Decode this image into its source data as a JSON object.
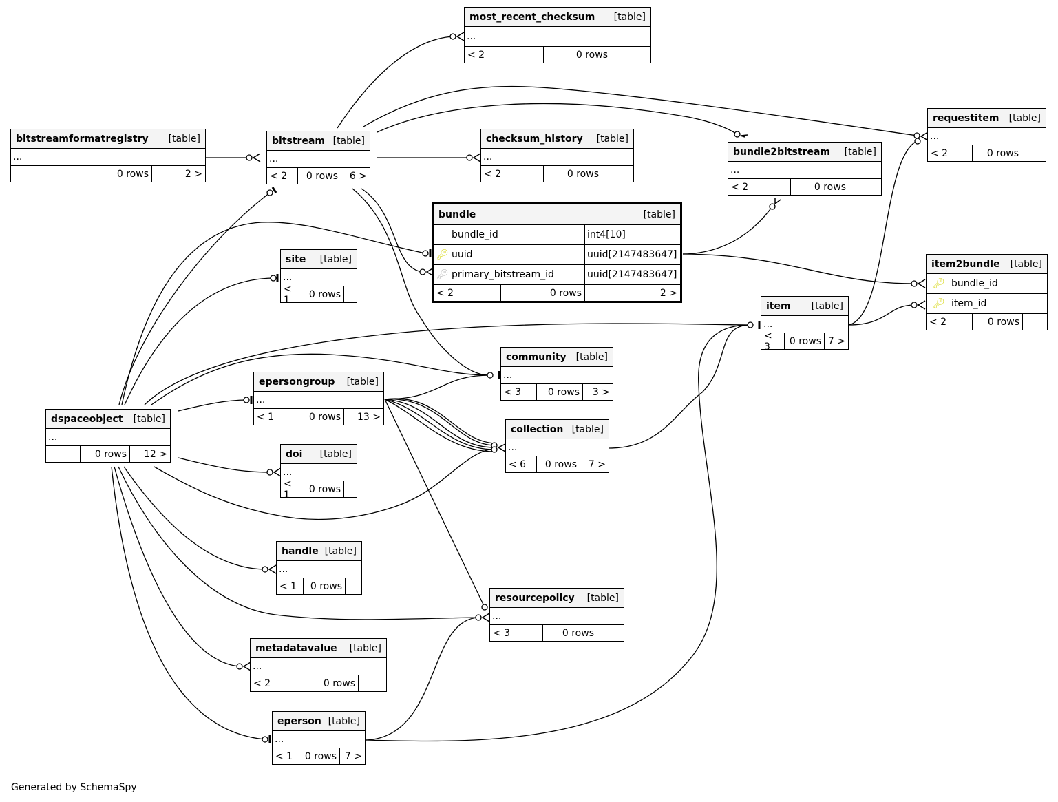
{
  "footer_credit": "Generated by SchemaSpy",
  "colors": {
    "key_primary": "#d4d400",
    "key_foreign": "#b0b0b0",
    "header_bg": "#f4f4f4"
  },
  "tables": {
    "most_recent_checksum": {
      "name": "most_recent_checksum",
      "type": "[table]",
      "ellipsis": "...",
      "parents": "< 2",
      "rows": "0 rows",
      "children": ""
    },
    "bitstreamformatregistry": {
      "name": "bitstreamformatregistry",
      "type": "[table]",
      "ellipsis": "...",
      "parents": "",
      "rows": "0 rows",
      "children": "2 >"
    },
    "bitstream": {
      "name": "bitstream",
      "type": "[table]",
      "ellipsis": "...",
      "parents": "< 2",
      "rows": "0 rows",
      "children": "6 >"
    },
    "checksum_history": {
      "name": "checksum_history",
      "type": "[table]",
      "ellipsis": "...",
      "parents": "< 2",
      "rows": "0 rows",
      "children": ""
    },
    "bundle2bitstream": {
      "name": "bundle2bitstream",
      "type": "[table]",
      "ellipsis": "...",
      "parents": "< 2",
      "rows": "0 rows",
      "children": ""
    },
    "requestitem": {
      "name": "requestitem",
      "type": "[table]",
      "ellipsis": "...",
      "parents": "< 2",
      "rows": "0 rows",
      "children": ""
    },
    "bundle": {
      "name": "bundle",
      "type": "[table]",
      "columns": [
        {
          "name": "bundle_id",
          "type": "int4[10]",
          "key": "none"
        },
        {
          "name": "uuid",
          "type": "uuid[2147483647]",
          "key": "primary"
        },
        {
          "name": "primary_bitstream_id",
          "type": "uuid[2147483647]",
          "key": "foreign"
        }
      ],
      "parents": "< 2",
      "rows": "0 rows",
      "children": "2 >"
    },
    "site": {
      "name": "site",
      "type": "[table]",
      "ellipsis": "...",
      "parents": "< 1",
      "rows": "0 rows",
      "children": ""
    },
    "item2bundle": {
      "name": "item2bundle",
      "type": "[table]",
      "columns": [
        {
          "name": "bundle_id",
          "key": "primary"
        },
        {
          "name": "item_id",
          "key": "primary"
        }
      ],
      "parents": "< 2",
      "rows": "0 rows",
      "children": ""
    },
    "item": {
      "name": "item",
      "type": "[table]",
      "ellipsis": "...",
      "parents": "< 3",
      "rows": "0 rows",
      "children": "7 >"
    },
    "community": {
      "name": "community",
      "type": "[table]",
      "ellipsis": "...",
      "parents": "< 3",
      "rows": "0 rows",
      "children": "3 >"
    },
    "epersongroup": {
      "name": "epersongroup",
      "type": "[table]",
      "ellipsis": "...",
      "parents": "< 1",
      "rows": "0 rows",
      "children": "13 >"
    },
    "dspaceobject": {
      "name": "dspaceobject",
      "type": "[table]",
      "ellipsis": "...",
      "parents": "",
      "rows": "0 rows",
      "children": "12 >"
    },
    "collection": {
      "name": "collection",
      "type": "[table]",
      "ellipsis": "...",
      "parents": "< 6",
      "rows": "0 rows",
      "children": "7 >"
    },
    "doi": {
      "name": "doi",
      "type": "[table]",
      "ellipsis": "...",
      "parents": "< 1",
      "rows": "0 rows",
      "children": ""
    },
    "handle": {
      "name": "handle",
      "type": "[table]",
      "ellipsis": "...",
      "parents": "< 1",
      "rows": "0 rows",
      "children": ""
    },
    "resourcepolicy": {
      "name": "resourcepolicy",
      "type": "[table]",
      "ellipsis": "...",
      "parents": "< 3",
      "rows": "0 rows",
      "children": ""
    },
    "metadatavalue": {
      "name": "metadatavalue",
      "type": "[table]",
      "ellipsis": "...",
      "parents": "< 2",
      "rows": "0 rows",
      "children": ""
    },
    "eperson": {
      "name": "eperson",
      "type": "[table]",
      "ellipsis": "...",
      "parents": "< 1",
      "rows": "0 rows",
      "children": "7 >"
    }
  }
}
